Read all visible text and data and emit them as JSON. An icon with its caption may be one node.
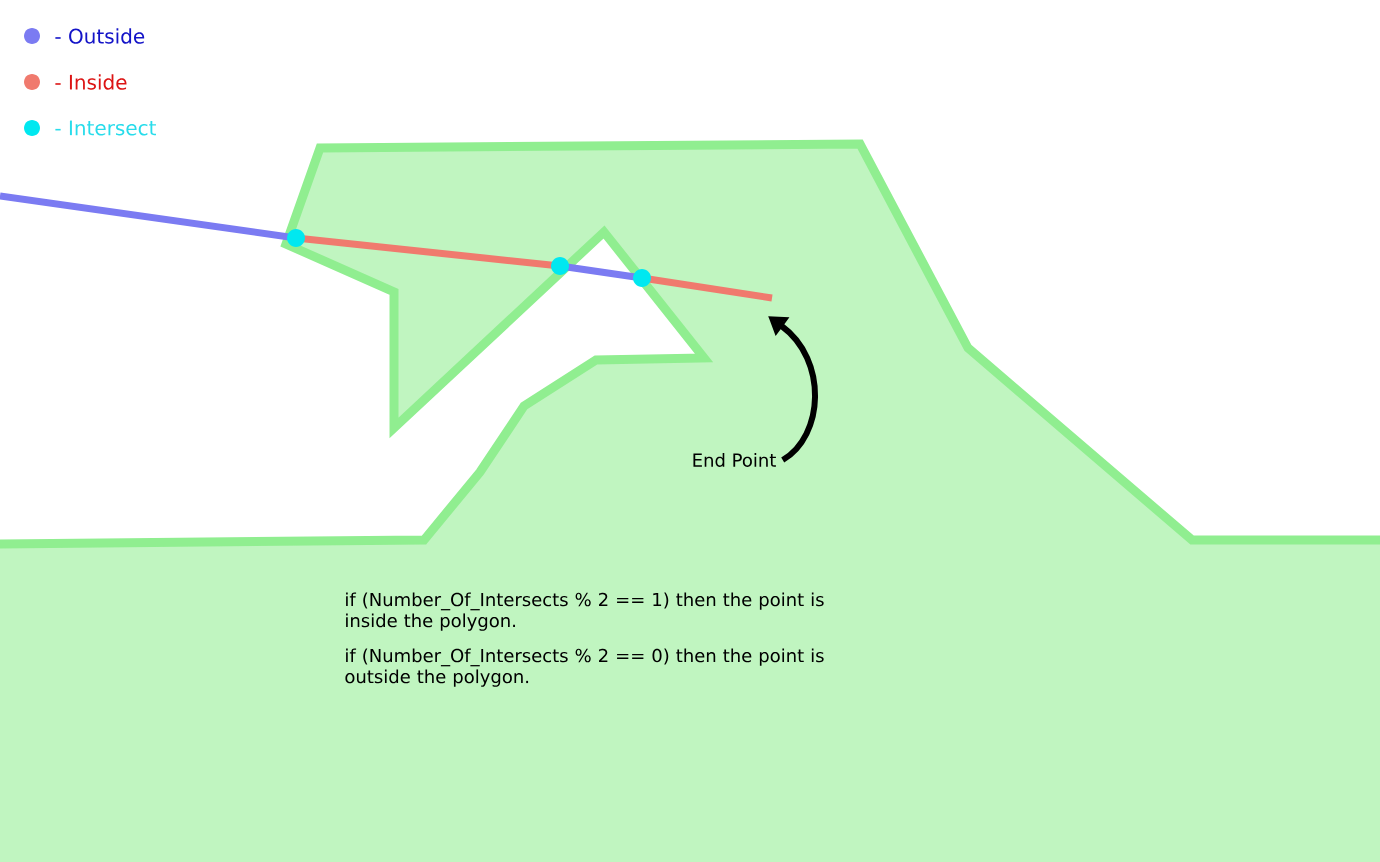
{
  "diagram": {
    "nodes": [
      {
        "text": [
          "End Point"
        ]
      },
      {
        "text": [],
        "shape": "line"
      }
    ],
    "edges": [
      {
        "from": 0,
        "to": 1,
        "arrow": "to"
      }
    ],
    "labels": [
      "if (Number_Of_Intersects % 2 == 1) then the point is inside the polygon.",
      "if (Number_Of_Intersects % 2 == 0) then the point is outside the polygon."
    ],
    "legend": [
      {
        "text": "- Outside",
        "color": "#7b7bf2"
      },
      {
        "text": "- Inside",
        "color": "#f07a6e"
      },
      {
        "text": "- Intersect",
        "color": "#00e8f0"
      }
    ]
  }
}
